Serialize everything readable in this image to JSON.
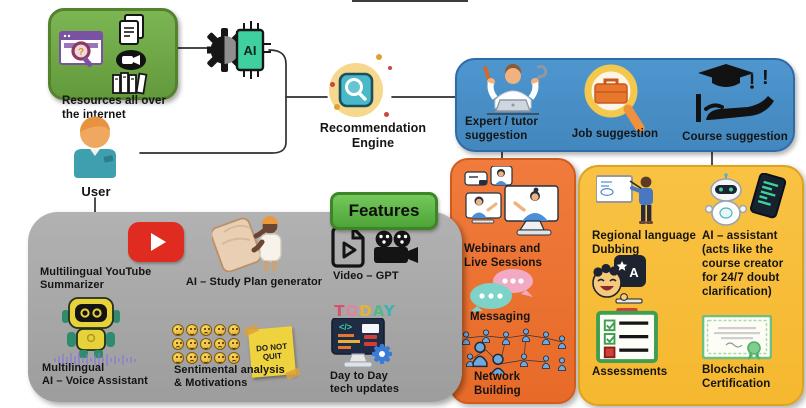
{
  "nodes": {
    "resources": {
      "label": "Resources all over\nthe internet",
      "icon": "internet-resources"
    },
    "user": {
      "label": "User",
      "icon": "person"
    },
    "ai_core": {
      "label": "AI",
      "icon": "ai-chip-gear"
    },
    "recommendation_engine": {
      "label": "Recommendation Engine",
      "icon": "search-magnifier"
    }
  },
  "suggestion_bar": {
    "items": [
      {
        "label": "Expert / tutor\nsuggestion",
        "icon": "expert-tutor"
      },
      {
        "label": "Job suggestion",
        "icon": "job-search-magnifier"
      },
      {
        "label": "Course suggestion",
        "icon": "graduation-cap-hand"
      }
    ]
  },
  "community_panel": {
    "items": [
      {
        "label": "Webinars and\nLive Sessions",
        "icon": "video-conference"
      },
      {
        "label": "Messaging",
        "icon": "chat-bubbles"
      },
      {
        "label": "Network\nBuilding",
        "icon": "people-network"
      }
    ]
  },
  "learning_panel": {
    "items": [
      {
        "label": "Regional language\nDubbing",
        "icon": "teacher-whiteboard"
      },
      {
        "label": "AI – assistant\n(acts like the\ncourse creator\nfor 24/7 doubt\nclarification)",
        "icon": "ai-robot-tablet"
      },
      {
        "label": "Assessments",
        "icon": "checklist"
      },
      {
        "label": "Blockchain\nCertification",
        "icon": "certificate"
      }
    ]
  },
  "features_panel": {
    "header": "Features",
    "items": [
      {
        "label": "Multilingual YouTube\nSummarizer",
        "icon": "youtube"
      },
      {
        "label": "AI – Study Plan generator",
        "icon": "person-with-plan-sheet"
      },
      {
        "label": "Video – GPT",
        "icon": "video-document-and-camera"
      },
      {
        "label": "Multilingual\nAI – Voice Assistant",
        "icon": "voice-robot"
      },
      {
        "label": "Sentimental analysis\n& Motivations",
        "icon": "emoji-faces"
      },
      {
        "label": "Day to Day\ntech updates",
        "icon": "tech-monitor-gear"
      }
    ],
    "sticky_note": "DO NOT\nQUIT",
    "today": {
      "text": "TODAY",
      "letter_colors": [
        "#d94f6d",
        "#e2829e",
        "#e5b23a",
        "#53b98a",
        "#3fb3ad"
      ]
    },
    "emoji_count": 15
  },
  "colors": {
    "resources_green": "#6fae46",
    "suggestion_blue": "#4e93cb",
    "community_orange": "#ee7435",
    "learning_yellow": "#f8be3b",
    "features_gray": "#a7a7a7",
    "features_green": "#5cba47",
    "connector": "#2f2f2f"
  }
}
